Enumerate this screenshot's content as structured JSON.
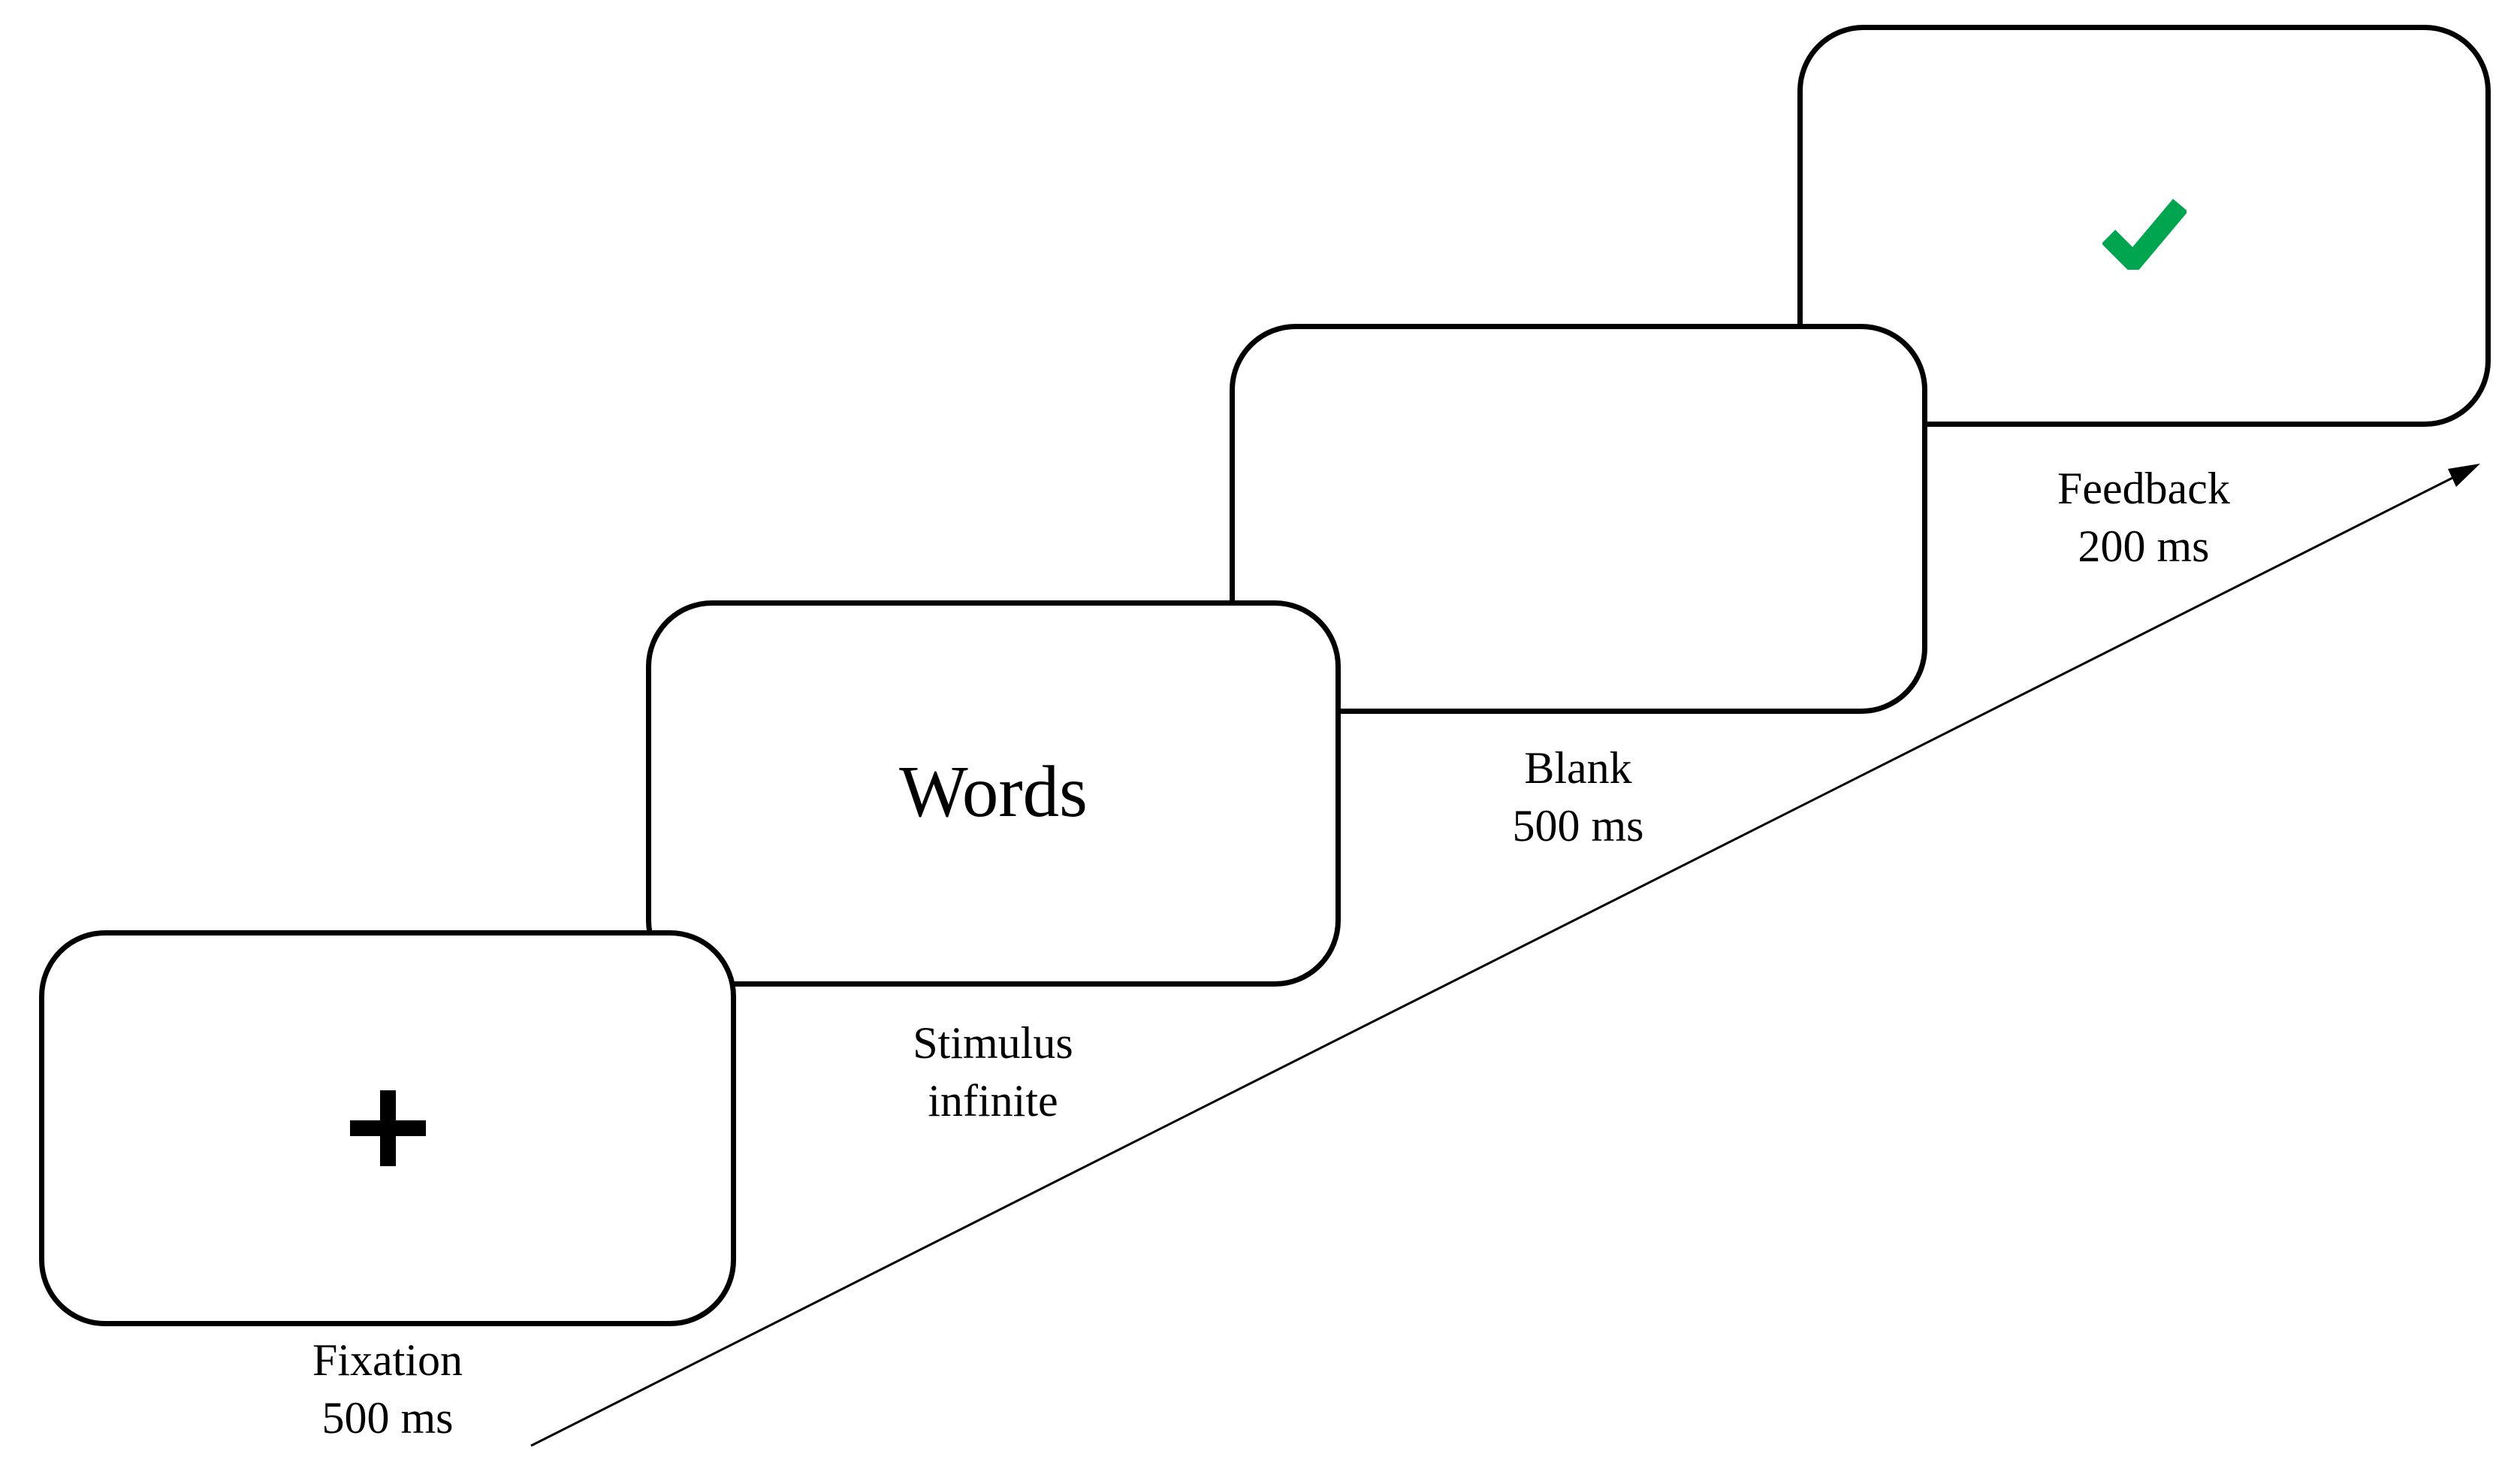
{
  "cards": [
    {
      "id": "fixation",
      "content_symbol": "+",
      "label_line1": "Fixation",
      "label_line2": "500 ms"
    },
    {
      "id": "stimulus",
      "content_text": "Words",
      "label_line1": "Stimulus",
      "label_line2": "infinite"
    },
    {
      "id": "blank",
      "content_text": "",
      "label_line1": "Blank",
      "label_line2": "500 ms"
    },
    {
      "id": "feedback",
      "content_icon": "checkmark",
      "label_line1": "Feedback",
      "label_line2": "200 ms"
    }
  ],
  "colors": {
    "check_green": "#00A64F",
    "outline_black": "#000000"
  },
  "icons": {
    "fixation_cross": "plus-cross-icon",
    "feedback_check": "checkmark-icon",
    "timeline_arrow": "arrow-up-right-icon"
  }
}
